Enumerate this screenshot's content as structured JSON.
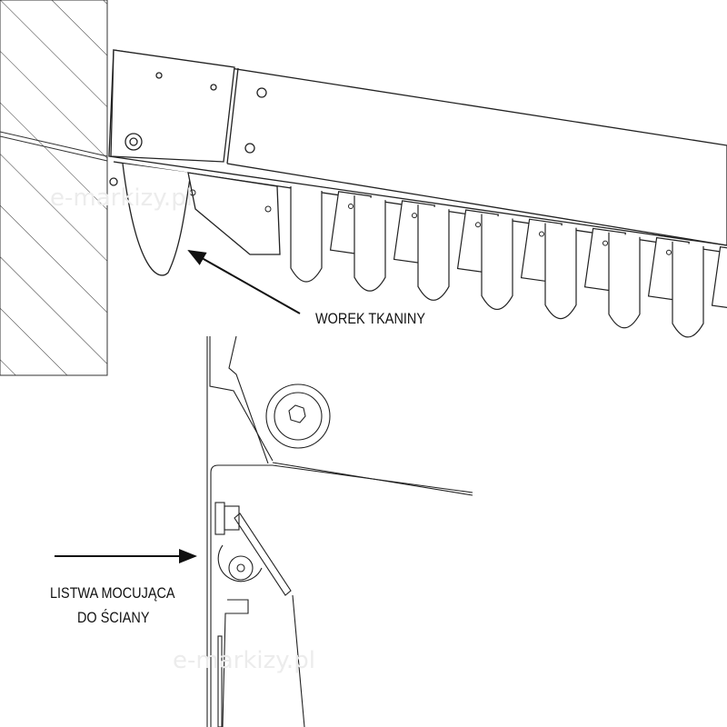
{
  "labels": {
    "fabric_bag": "WOREK TKANINY",
    "wall_strip_line1": "LISTWA MOCUJĄCA",
    "wall_strip_line2": "DO ŚCIANY"
  },
  "watermark": "e-markizy.pl",
  "colors": {
    "line": "#222222",
    "text": "#111111",
    "watermark": "#ececec"
  }
}
